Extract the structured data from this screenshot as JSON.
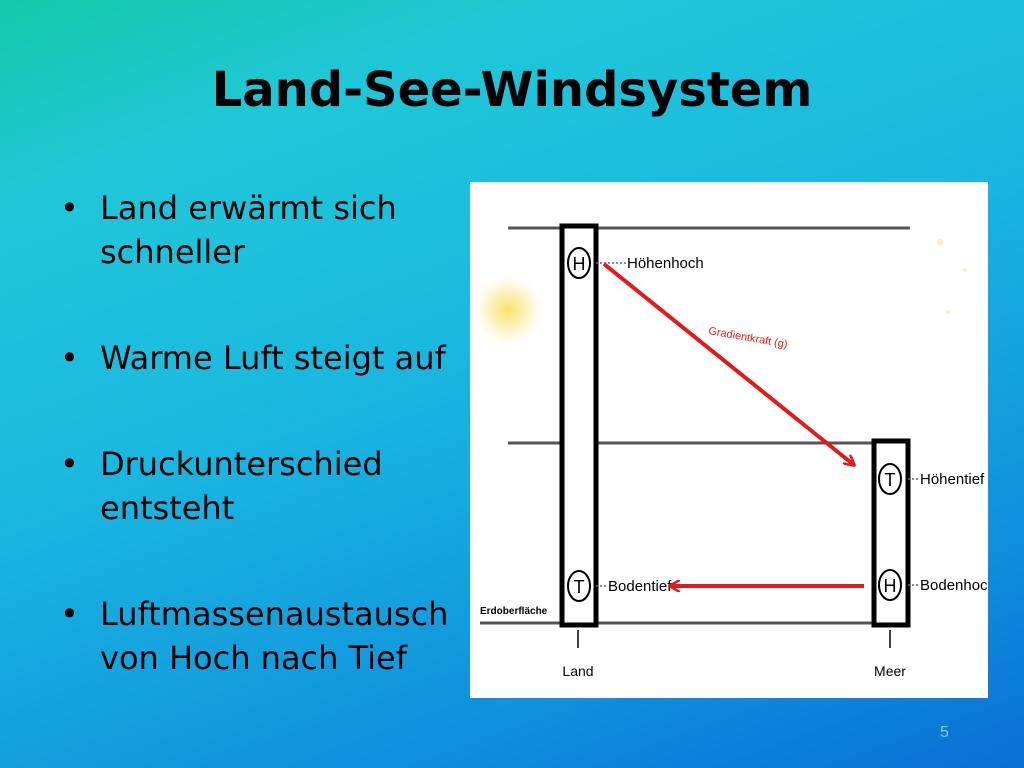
{
  "slide": {
    "title": "Land-See-Windsystem",
    "page_number": "5",
    "bullets": [
      "Land erwärmt sich schneller",
      "Warme Luft steigt auf",
      "Druckunterschied entsteht",
      "Luftmassenaustausch von Hoch nach Tief"
    ]
  },
  "diagram": {
    "labels": {
      "hoehenhoch": "Höhenhoch",
      "hoehentief": "Höhentief",
      "bodentief": "Bodentief",
      "bodenhoch": "Bodenhoch",
      "erdoberflaeche": "Erdoberfläche",
      "land": "Land",
      "meer": "Meer",
      "gradientkraft": "Gradientkraft (g)"
    },
    "symbols": {
      "high": "H",
      "low": "T"
    },
    "colors": {
      "arrow": "#e01b1b",
      "sun": "#f7e36a",
      "line": "#555555"
    }
  }
}
